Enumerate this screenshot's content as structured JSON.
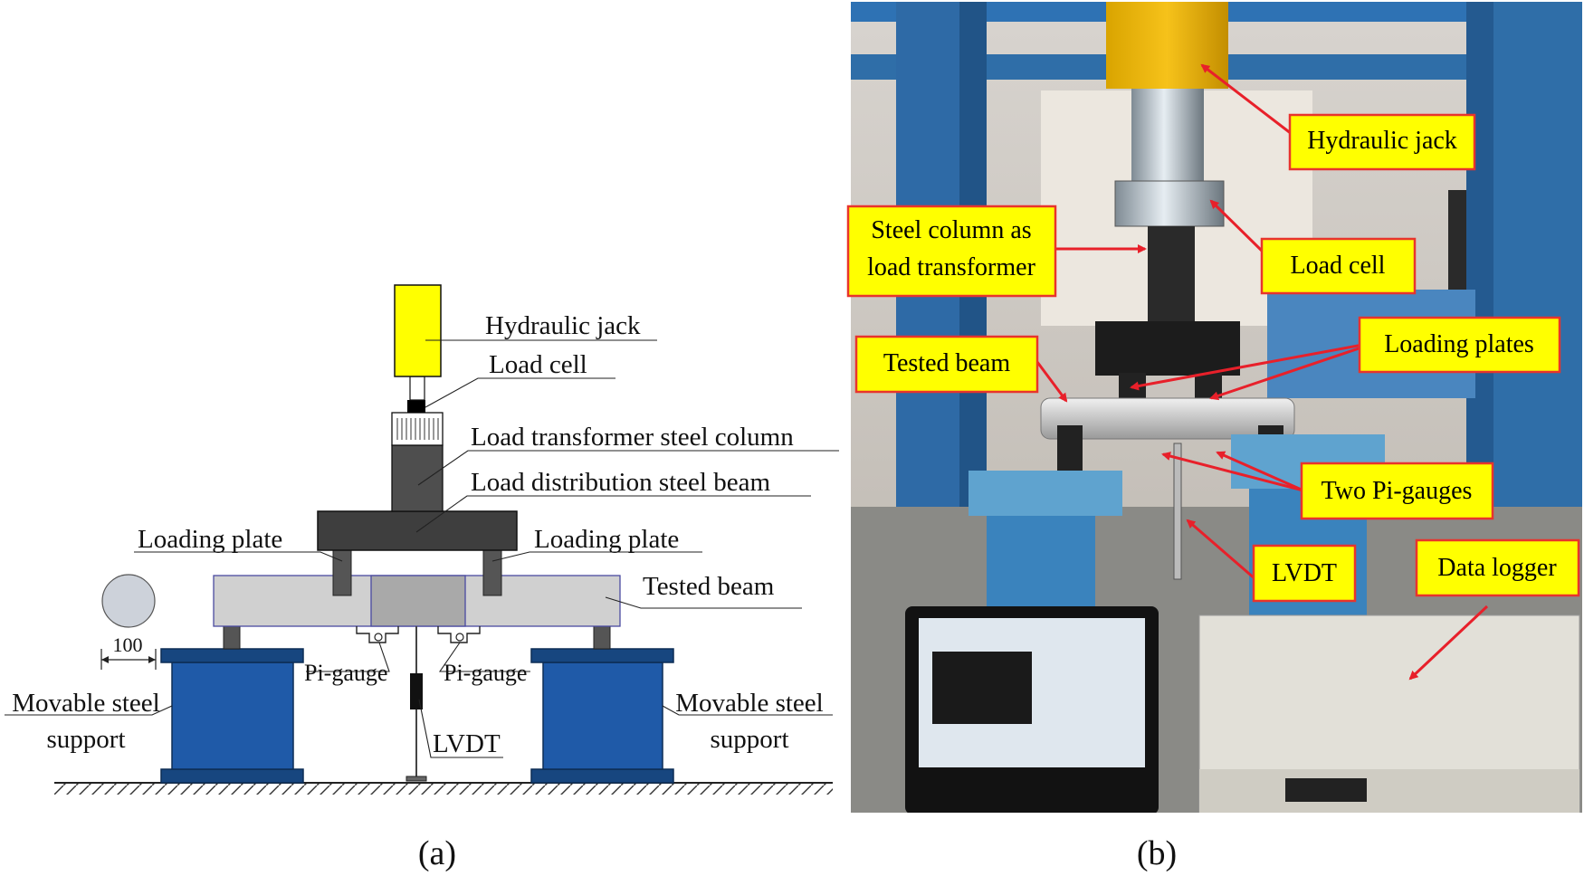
{
  "panel_a": {
    "caption": "(a)",
    "labels": {
      "hydraulic_jack": "Hydraulic jack",
      "load_cell": "Load cell",
      "load_transformer": "Load transformer steel column",
      "load_distribution": "Load distribution steel beam",
      "loading_plate_left": "Loading plate",
      "loading_plate_right": "Loading plate",
      "tested_beam": "Tested beam",
      "dimension": "100",
      "pi_gauge_left": "Pi-gauge",
      "pi_gauge_right": "Pi-gauge",
      "support_left_line1": "Movable steel",
      "support_left_line2": "support",
      "support_right_line1": "Movable steel",
      "support_right_line2": "support",
      "lvdt": "LVDT"
    },
    "colors": {
      "jack": "#ffff00",
      "beam": "#d0d0d0",
      "support": "#1f5aa8",
      "support_cap": "#17467f",
      "steel": "#555555"
    }
  },
  "panel_b": {
    "caption": "(b)",
    "callouts": {
      "hydraulic_jack": "Hydraulic jack",
      "steel_column_line1": "Steel column as",
      "steel_column_line2": "load transformer",
      "load_cell": "Load cell",
      "loading_plates": "Loading plates",
      "tested_beam": "Tested beam",
      "two_pi_gauges": "Two Pi-gauges",
      "lvdt": "LVDT",
      "data_logger": "Data logger"
    },
    "colors": {
      "callout_fill": "#ffff00",
      "callout_border": "#e8342c",
      "arrow": "#e8202a"
    }
  }
}
